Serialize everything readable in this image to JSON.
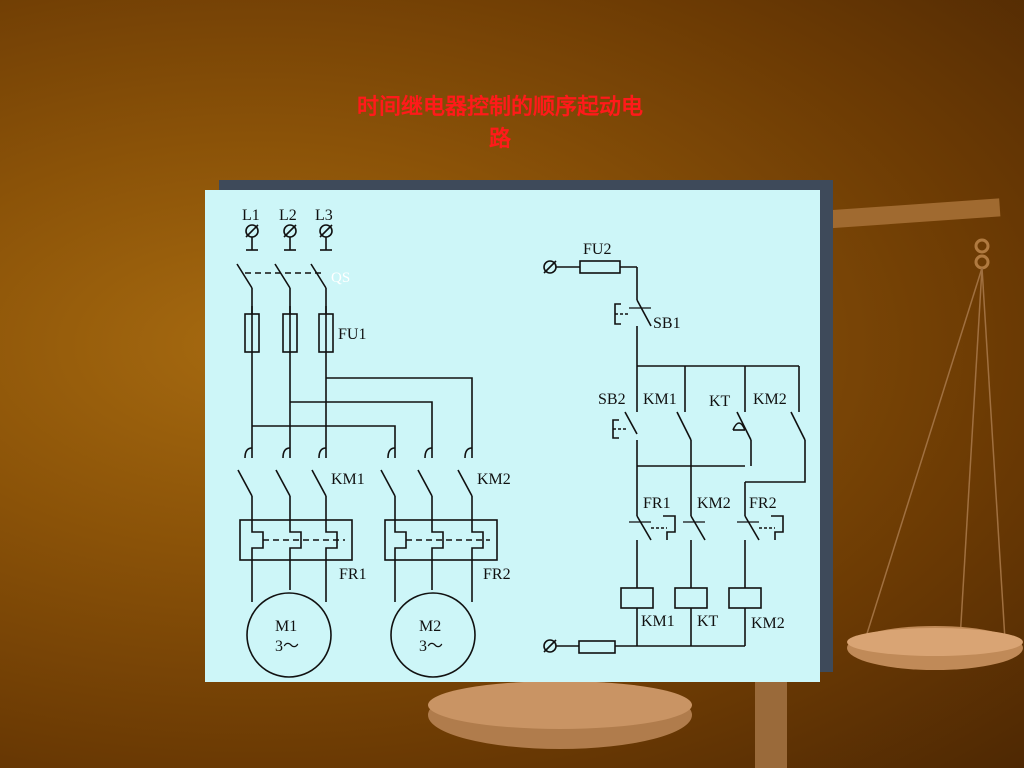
{
  "slide": {
    "title_line1": "时间继电器控制的顺序起动电",
    "title_line2": "路"
  },
  "main_circuit": {
    "phases": [
      "L1",
      "L2",
      "L3"
    ],
    "switch": "QS",
    "fuse": "FU1",
    "contactor1": "KM1",
    "contactor2": "KM2",
    "relay1": "FR1",
    "relay2": "FR2",
    "motor1": {
      "name": "M1",
      "spec": "3～"
    },
    "motor2": {
      "name": "M2",
      "spec": "3～"
    }
  },
  "control_circuit": {
    "fuse": "FU2",
    "stop_button": "SB1",
    "start_button": "SB2",
    "km1_contact": "KM1",
    "kt_contact": "KT",
    "km2_contact": "KM2",
    "fr1_contact": "FR1",
    "km2_nc_contact": "KM2",
    "fr2_contact": "FR2",
    "coil_km1": "KM1",
    "coil_kt": "KT",
    "coil_km2": "KM2"
  },
  "colors": {
    "title": "#ff1a1a",
    "panel": "#cdf6f8",
    "panel_shadow": "#3e4a5a",
    "background": "#8a5208"
  }
}
